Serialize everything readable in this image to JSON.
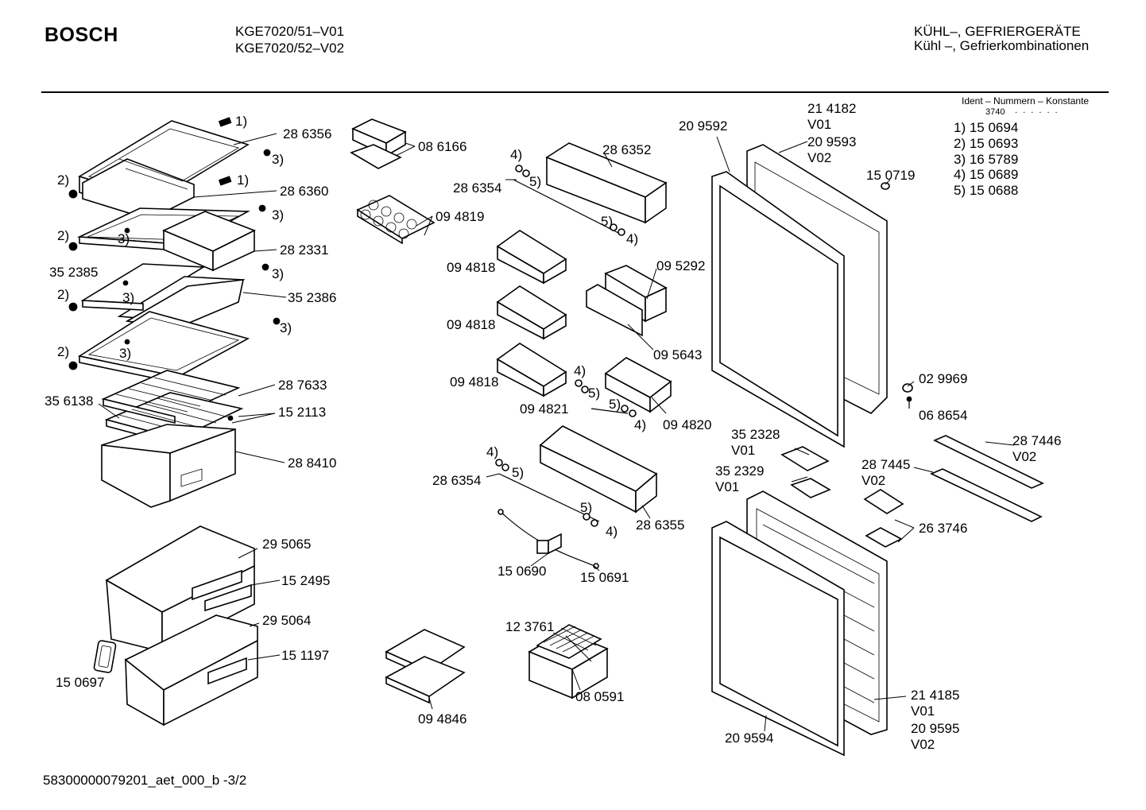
{
  "header": {
    "brand": "BOSCH",
    "models": [
      "KGE7020/51–V01",
      "KGE7020/52–V02"
    ],
    "category": [
      "KÜHL–, GEFRIERGERÄTE",
      "Kühl –, Gefrierkombinationen"
    ]
  },
  "legend": {
    "title": "Ident – Nummern – Konstante",
    "constant": "3740",
    "dots": ". .  . . . .",
    "items": [
      "1) 15 0694",
      "2) 15 0693",
      "3) 16 5789",
      "4) 15 0689",
      "5) 15 0688"
    ]
  },
  "callouts": {
    "c1": "1)",
    "c2": "28 6356",
    "c3": "3)",
    "c4": "2)",
    "c5": "1)",
    "c6": "28 6360",
    "c7": "3)",
    "c8": "2)",
    "c9": "3)",
    "c10": "28 2331",
    "c11": "3)",
    "c12": "35 2385",
    "c13": "2)",
    "c14": "3)",
    "c15": "35 2386",
    "c16": "3)",
    "c17": "2)",
    "c18": "3)",
    "c19": "28 7633",
    "c20": "35 6138",
    "c21": "15 2113",
    "c22": "28 8410",
    "c23": "29 5065",
    "c24": "15 2495",
    "c25": "29 5064",
    "c26": "15 1197",
    "c27": "15 0697",
    "c28": "08 6166",
    "c29": "09 4819",
    "c30": "09 4846",
    "c31": "4)",
    "c32": "28 6352",
    "c33": "28 6354",
    "c34": "5)",
    "c35": "5)",
    "c36": "4)",
    "c37": "09 4818",
    "c38": "09 4818",
    "c39": "09 4818",
    "c40": "09 5292",
    "c41": "09 5643",
    "c42": "4)",
    "c43": "5)",
    "c44": "09 4821",
    "c45": "5)",
    "c46": "4)",
    "c47": "09 4820",
    "c48": "4)",
    "c49": "5)",
    "c50": "28 6354",
    "c51": "5)",
    "c52": "4)",
    "c53": "28 6355",
    "c54": "15 0690",
    "c55": "15 0691",
    "c56": "12 3761",
    "c57": "08 0591",
    "c58": "20 9592",
    "c59": "21 4182",
    "c60": "V01",
    "c61": "20 9593",
    "c62": "V02",
    "c63": "15 0719",
    "c64": "02 9969",
    "c65": "06 8654",
    "c66": "35 2328",
    "c67": "V01",
    "c68": "35 2329",
    "c69": "V01",
    "c70": "28 7446",
    "c71": "V02",
    "c72": "28 7445",
    "c73": "V02",
    "c74": "26 3746",
    "c75": "21 4185",
    "c76": "V01",
    "c77": "20 9595",
    "c78": "V02",
    "c79": "20 9594"
  },
  "footer": {
    "doc_id": "58300000079201_aet_000_b -3/2"
  }
}
